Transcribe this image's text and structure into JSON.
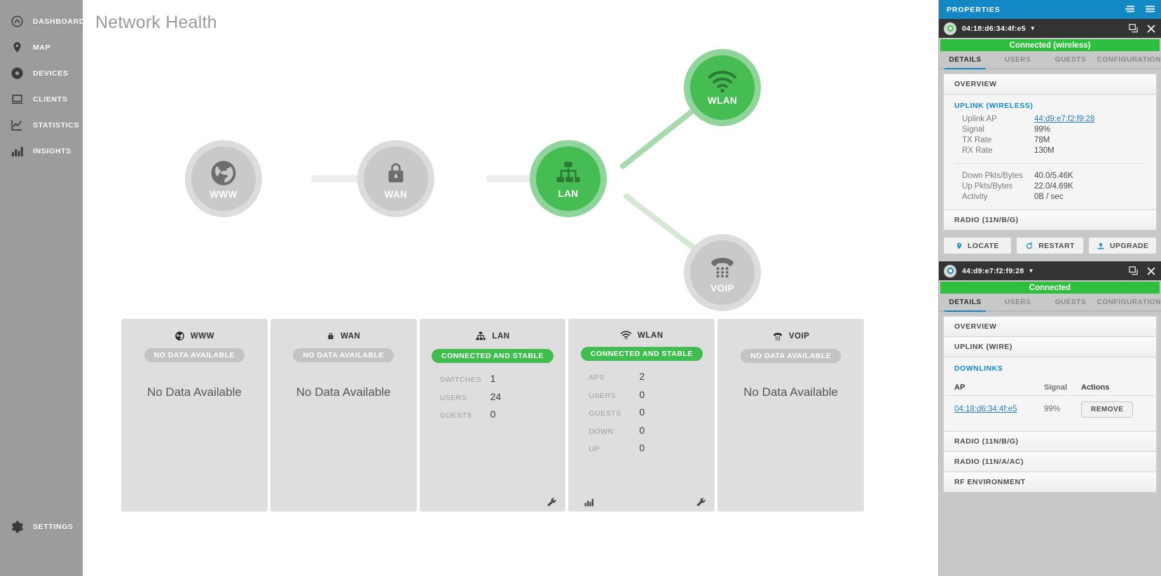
{
  "sidebar": {
    "items": [
      {
        "label": "DASHBOARD",
        "icon": "gauge-icon",
        "active": true
      },
      {
        "label": "MAP",
        "icon": "map-pin-icon",
        "active": false
      },
      {
        "label": "DEVICES",
        "icon": "disc-icon",
        "active": false
      },
      {
        "label": "CLIENTS",
        "icon": "laptop-icon",
        "active": false
      },
      {
        "label": "STATISTICS",
        "icon": "line-chart-icon",
        "active": false
      },
      {
        "label": "INSIGHTS",
        "icon": "bar-chart-icon",
        "active": false
      }
    ],
    "settings": {
      "label": "SETTINGS",
      "icon": "gear-icon"
    }
  },
  "main": {
    "title": "Network Health",
    "topology": {
      "nodes": [
        {
          "id": "www",
          "label": "WWW",
          "icon": "globe-icon",
          "state": "inactive"
        },
        {
          "id": "wan",
          "label": "WAN",
          "icon": "lock-icon",
          "state": "inactive"
        },
        {
          "id": "lan",
          "label": "LAN",
          "icon": "network-icon",
          "state": "active"
        },
        {
          "id": "wlan",
          "label": "WLAN",
          "icon": "wifi-icon",
          "state": "active"
        },
        {
          "id": "voip",
          "label": "VOIP",
          "icon": "phone-icon",
          "state": "inactive"
        }
      ],
      "links": [
        {
          "from": "www",
          "to": "wan",
          "state": "inactive"
        },
        {
          "from": "wan",
          "to": "lan",
          "state": "inactive"
        },
        {
          "from": "lan",
          "to": "wlan",
          "state": "active"
        },
        {
          "from": "lan",
          "to": "voip",
          "state": "inactive"
        }
      ]
    },
    "cards": [
      {
        "id": "www",
        "title": "WWW",
        "icon": "globe-icon",
        "status": "NO DATA AVAILABLE",
        "status_state": "none",
        "empty_text": "No Data Available",
        "stats": [],
        "tools": []
      },
      {
        "id": "wan",
        "title": "WAN",
        "icon": "lock-icon",
        "status": "NO DATA AVAILABLE",
        "status_state": "none",
        "empty_text": "No Data Available",
        "stats": [],
        "tools": []
      },
      {
        "id": "lan",
        "title": "LAN",
        "icon": "network-icon",
        "status": "CONNECTED AND STABLE",
        "status_state": "ok",
        "empty_text": "",
        "stats": [
          {
            "key": "SWITCHES",
            "value": "1"
          },
          {
            "key": "USERS",
            "value": "24"
          },
          {
            "key": "GUESTS",
            "value": "0"
          }
        ],
        "tools": [
          "wrench-icon"
        ]
      },
      {
        "id": "wlan",
        "title": "WLAN",
        "icon": "wifi-icon",
        "status": "CONNECTED AND STABLE",
        "status_state": "ok",
        "empty_text": "",
        "stats": [
          {
            "key": "APS",
            "value": "2"
          },
          {
            "key": "USERS",
            "value": "0"
          },
          {
            "key": "GUESTS",
            "value": "0"
          },
          {
            "key": "DOWN",
            "value": "0"
          },
          {
            "key": "UP",
            "value": "0"
          }
        ],
        "tools": [
          "bar-chart-icon",
          "wrench-icon"
        ]
      },
      {
        "id": "voip",
        "title": "VOIP",
        "icon": "phone-icon",
        "status": "NO DATA AVAILABLE",
        "status_state": "none",
        "empty_text": "No Data Available",
        "stats": [],
        "tools": []
      }
    ]
  },
  "properties": {
    "header": {
      "title": "PROPERTIES",
      "icons": [
        "filter-list-icon",
        "menu-icon"
      ]
    },
    "panels": [
      {
        "mac": "04:18:d6:34:4f:e5",
        "led": "green",
        "status": "Connected (wireless)",
        "window_icons": [
          "popout-icon",
          "close-icon"
        ],
        "tabs": [
          {
            "label": "DETAILS",
            "active": true
          },
          {
            "label": "USERS",
            "active": false
          },
          {
            "label": "GUESTS",
            "active": false
          },
          {
            "label": "CONFIGURATION",
            "active": false
          }
        ],
        "sections": [
          {
            "type": "header",
            "title": "OVERVIEW"
          },
          {
            "type": "uplink",
            "title": "UPLINK (WIRELESS)",
            "rows_a": [
              {
                "k": "Uplink AP",
                "v": "44:d9:e7:f2:f9:28",
                "link": true
              },
              {
                "k": "Signal",
                "v": "99%",
                "link": false
              },
              {
                "k": "TX Rate",
                "v": "78M",
                "link": false
              },
              {
                "k": "RX Rate",
                "v": "130M",
                "link": false
              }
            ],
            "rows_b": [
              {
                "k": "Down Pkts/Bytes",
                "v": "40.0/5.46K",
                "link": false
              },
              {
                "k": "Up Pkts/Bytes",
                "v": "22.0/4.69K",
                "link": false
              },
              {
                "k": "Activity",
                "v": "0B / sec",
                "link": false
              }
            ]
          },
          {
            "type": "header",
            "title": "RADIO (11N/B/G)"
          }
        ],
        "actions": [
          {
            "label": "LOCATE",
            "icon": "map-pin-icon"
          },
          {
            "label": "RESTART",
            "icon": "refresh-icon"
          },
          {
            "label": "UPGRADE",
            "icon": "upgrade-icon"
          }
        ]
      },
      {
        "mac": "44:d9:e7:f2:f9:28",
        "led": "blue",
        "status": "Connected",
        "window_icons": [
          "popout-icon",
          "close-icon"
        ],
        "tabs": [
          {
            "label": "DETAILS",
            "active": true
          },
          {
            "label": "USERS",
            "active": false
          },
          {
            "label": "GUESTS",
            "active": false
          },
          {
            "label": "CONFIGURATION",
            "active": false
          }
        ],
        "sections": [
          {
            "type": "header",
            "title": "OVERVIEW"
          },
          {
            "type": "header",
            "title": "UPLINK (WIRE)"
          },
          {
            "type": "downlinks",
            "title": "DOWNLINKS",
            "columns": [
              "AP",
              "Signal",
              "Actions"
            ],
            "rows": [
              {
                "ap": "04:18:d6:34:4f:e5",
                "signal": "99%",
                "action": "REMOVE"
              }
            ]
          },
          {
            "type": "header",
            "title": "RADIO (11N/B/G)"
          },
          {
            "type": "header",
            "title": "RADIO (11N/A/AC)"
          },
          {
            "type": "header",
            "title": "RF ENVIRONMENT"
          }
        ],
        "actions": []
      }
    ]
  },
  "colors": {
    "accent": "#1289c4",
    "ok": "#2fbf3e",
    "node_active": "#46bd53",
    "node_inactive": "#c9c9c9",
    "sidebar": "#9c9c9c"
  }
}
